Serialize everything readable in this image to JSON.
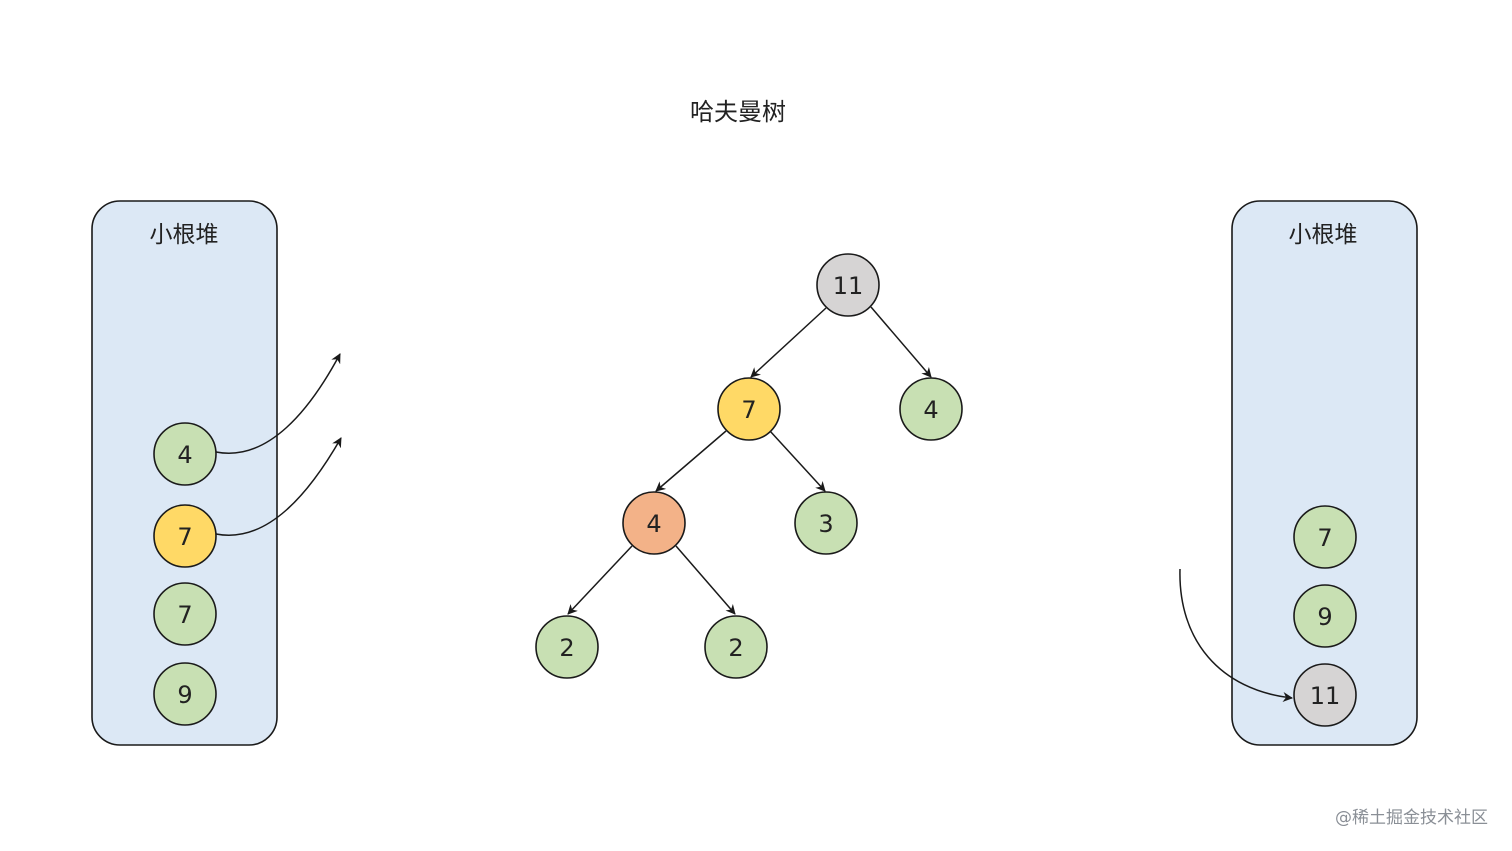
{
  "title": "哈夫曼树",
  "watermark": "@稀土掘金技术社区",
  "colors": {
    "green": "#c8e0b3",
    "yellow": "#ffd966",
    "orange": "#f3b288",
    "gray": "#d6d4d4",
    "heap_fill": "#dce8f5",
    "stroke": "#1a1a1a"
  },
  "left_heap": {
    "label": "小根堆",
    "nodes": [
      {
        "value": "4",
        "color": "green"
      },
      {
        "value": "7",
        "color": "yellow"
      },
      {
        "value": "7",
        "color": "green"
      },
      {
        "value": "9",
        "color": "green"
      }
    ]
  },
  "right_heap": {
    "label": "小根堆",
    "nodes": [
      {
        "value": "7",
        "color": "green"
      },
      {
        "value": "9",
        "color": "green"
      },
      {
        "value": "11",
        "color": "gray"
      }
    ]
  },
  "tree": {
    "root": {
      "value": "11",
      "color": "gray"
    },
    "l": {
      "value": "7",
      "color": "yellow"
    },
    "r": {
      "value": "4",
      "color": "green"
    },
    "ll": {
      "value": "4",
      "color": "orange"
    },
    "lr": {
      "value": "3",
      "color": "green"
    },
    "lll": {
      "value": "2",
      "color": "green"
    },
    "llr": {
      "value": "2",
      "color": "green"
    }
  }
}
